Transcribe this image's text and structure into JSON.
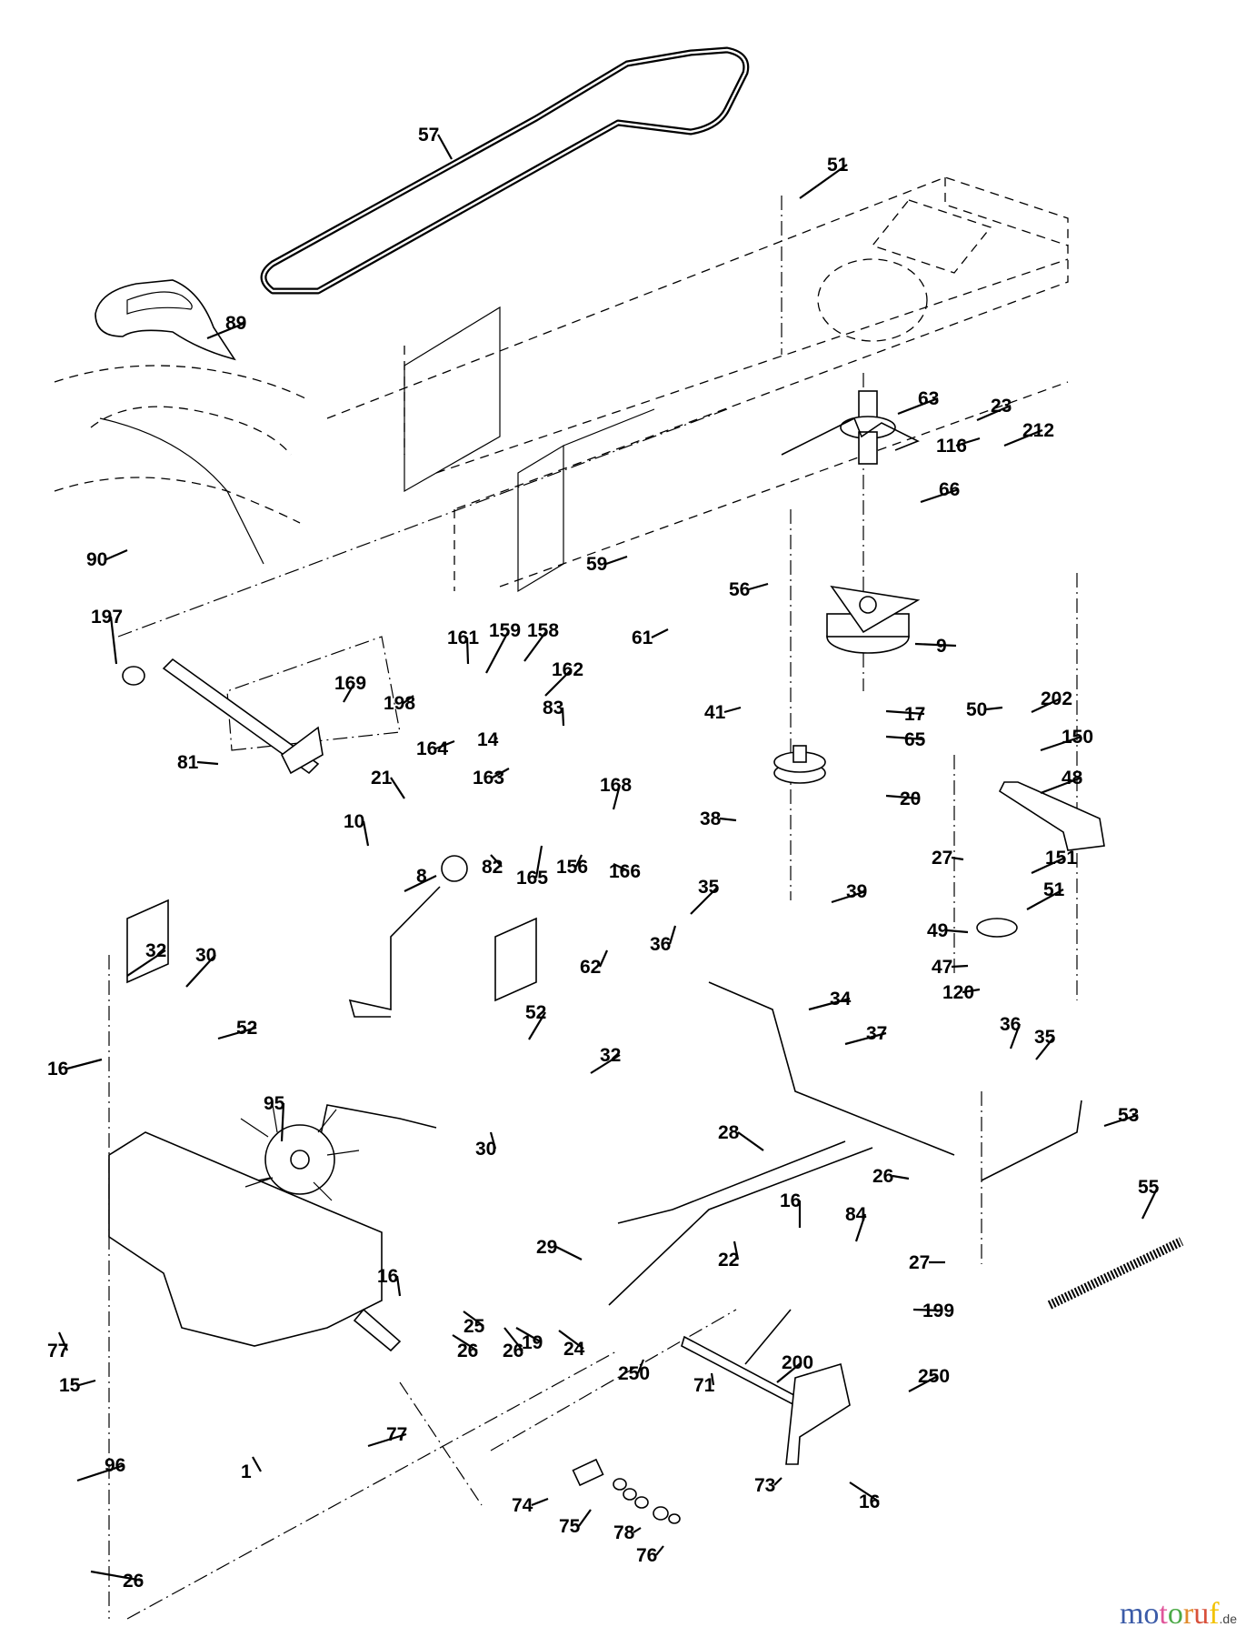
{
  "diagram": {
    "title": "Ground drive parts diagram (exploded view)",
    "callouts": [
      {
        "id": "57",
        "label": "57"
      },
      {
        "id": "51-top",
        "label": "51"
      },
      {
        "id": "89",
        "label": "89"
      },
      {
        "id": "63",
        "label": "63"
      },
      {
        "id": "23",
        "label": "23"
      },
      {
        "id": "116",
        "label": "116"
      },
      {
        "id": "212",
        "label": "212"
      },
      {
        "id": "66",
        "label": "66"
      },
      {
        "id": "90",
        "label": "90"
      },
      {
        "id": "59",
        "label": "59"
      },
      {
        "id": "56",
        "label": "56"
      },
      {
        "id": "61",
        "label": "61"
      },
      {
        "id": "9",
        "label": "9"
      },
      {
        "id": "197",
        "label": "197"
      },
      {
        "id": "161",
        "label": "161"
      },
      {
        "id": "159",
        "label": "159"
      },
      {
        "id": "158",
        "label": "158"
      },
      {
        "id": "162",
        "label": "162"
      },
      {
        "id": "169",
        "label": "169"
      },
      {
        "id": "198",
        "label": "198"
      },
      {
        "id": "41",
        "label": "41"
      },
      {
        "id": "17",
        "label": "17"
      },
      {
        "id": "50",
        "label": "50"
      },
      {
        "id": "202",
        "label": "202"
      },
      {
        "id": "150",
        "label": "150"
      },
      {
        "id": "81",
        "label": "81"
      },
      {
        "id": "164",
        "label": "164"
      },
      {
        "id": "14",
        "label": "14"
      },
      {
        "id": "83",
        "label": "83"
      },
      {
        "id": "65",
        "label": "65"
      },
      {
        "id": "48",
        "label": "48"
      },
      {
        "id": "163",
        "label": "163"
      },
      {
        "id": "21",
        "label": "21"
      },
      {
        "id": "168",
        "label": "168"
      },
      {
        "id": "20",
        "label": "20"
      },
      {
        "id": "38",
        "label": "38"
      },
      {
        "id": "82",
        "label": "82"
      },
      {
        "id": "165",
        "label": "165"
      },
      {
        "id": "156",
        "label": "156"
      },
      {
        "id": "166",
        "label": "166"
      },
      {
        "id": "27-upper",
        "label": "27"
      },
      {
        "id": "151",
        "label": "151"
      },
      {
        "id": "10",
        "label": "10"
      },
      {
        "id": "35-upper",
        "label": "35"
      },
      {
        "id": "39",
        "label": "39"
      },
      {
        "id": "51-right",
        "label": "51"
      },
      {
        "id": "49",
        "label": "49"
      },
      {
        "id": "8",
        "label": "8"
      },
      {
        "id": "62",
        "label": "62"
      },
      {
        "id": "47",
        "label": "47"
      },
      {
        "id": "32-left",
        "label": "32"
      },
      {
        "id": "30-left",
        "label": "30"
      },
      {
        "id": "36-upper",
        "label": "36"
      },
      {
        "id": "120",
        "label": "120"
      },
      {
        "id": "52-left",
        "label": "52"
      },
      {
        "id": "34",
        "label": "34"
      },
      {
        "id": "16-left",
        "label": "16"
      },
      {
        "id": "52-mid",
        "label": "52"
      },
      {
        "id": "32-mid",
        "label": "32"
      },
      {
        "id": "37",
        "label": "37"
      },
      {
        "id": "36-lower",
        "label": "36"
      },
      {
        "id": "35-lower",
        "label": "35"
      },
      {
        "id": "95",
        "label": "95"
      },
      {
        "id": "30-mid",
        "label": "30"
      },
      {
        "id": "53",
        "label": "53"
      },
      {
        "id": "28",
        "label": "28"
      },
      {
        "id": "26-upper",
        "label": "26"
      },
      {
        "id": "55",
        "label": "55"
      },
      {
        "id": "29",
        "label": "29"
      },
      {
        "id": "22",
        "label": "22"
      },
      {
        "id": "16-mid",
        "label": "16"
      },
      {
        "id": "84",
        "label": "84"
      },
      {
        "id": "27-lower",
        "label": "27"
      },
      {
        "id": "16-trans",
        "label": "16"
      },
      {
        "id": "19",
        "label": "19"
      },
      {
        "id": "24",
        "label": "24"
      },
      {
        "id": "25",
        "label": "25"
      },
      {
        "id": "199",
        "label": "199"
      },
      {
        "id": "77-upper",
        "label": "77"
      },
      {
        "id": "26-a",
        "label": "26"
      },
      {
        "id": "26-b",
        "label": "26"
      },
      {
        "id": "250-left",
        "label": "250"
      },
      {
        "id": "200",
        "label": "200"
      },
      {
        "id": "15",
        "label": "15"
      },
      {
        "id": "71",
        "label": "71"
      },
      {
        "id": "250-right",
        "label": "250"
      },
      {
        "id": "77-lower",
        "label": "77"
      },
      {
        "id": "74",
        "label": "74"
      },
      {
        "id": "1",
        "label": "1"
      },
      {
        "id": "96",
        "label": "96"
      },
      {
        "id": "75",
        "label": "75"
      },
      {
        "id": "73",
        "label": "73"
      },
      {
        "id": "16-bottom",
        "label": "16"
      },
      {
        "id": "78",
        "label": "78"
      },
      {
        "id": "76",
        "label": "76"
      },
      {
        "id": "26-bottom",
        "label": "26"
      }
    ]
  },
  "watermark": {
    "letters": [
      {
        "char": "m",
        "color": "#3b5ba8"
      },
      {
        "char": "o",
        "color": "#3b5ba8"
      },
      {
        "char": "t",
        "color": "#e0569b"
      },
      {
        "char": "o",
        "color": "#4caa47"
      },
      {
        "char": "r",
        "color": "#e08a2a"
      },
      {
        "char": "u",
        "color": "#d8503a"
      },
      {
        "char": "f",
        "color": "#f2c200"
      }
    ],
    "tld": ".de"
  }
}
